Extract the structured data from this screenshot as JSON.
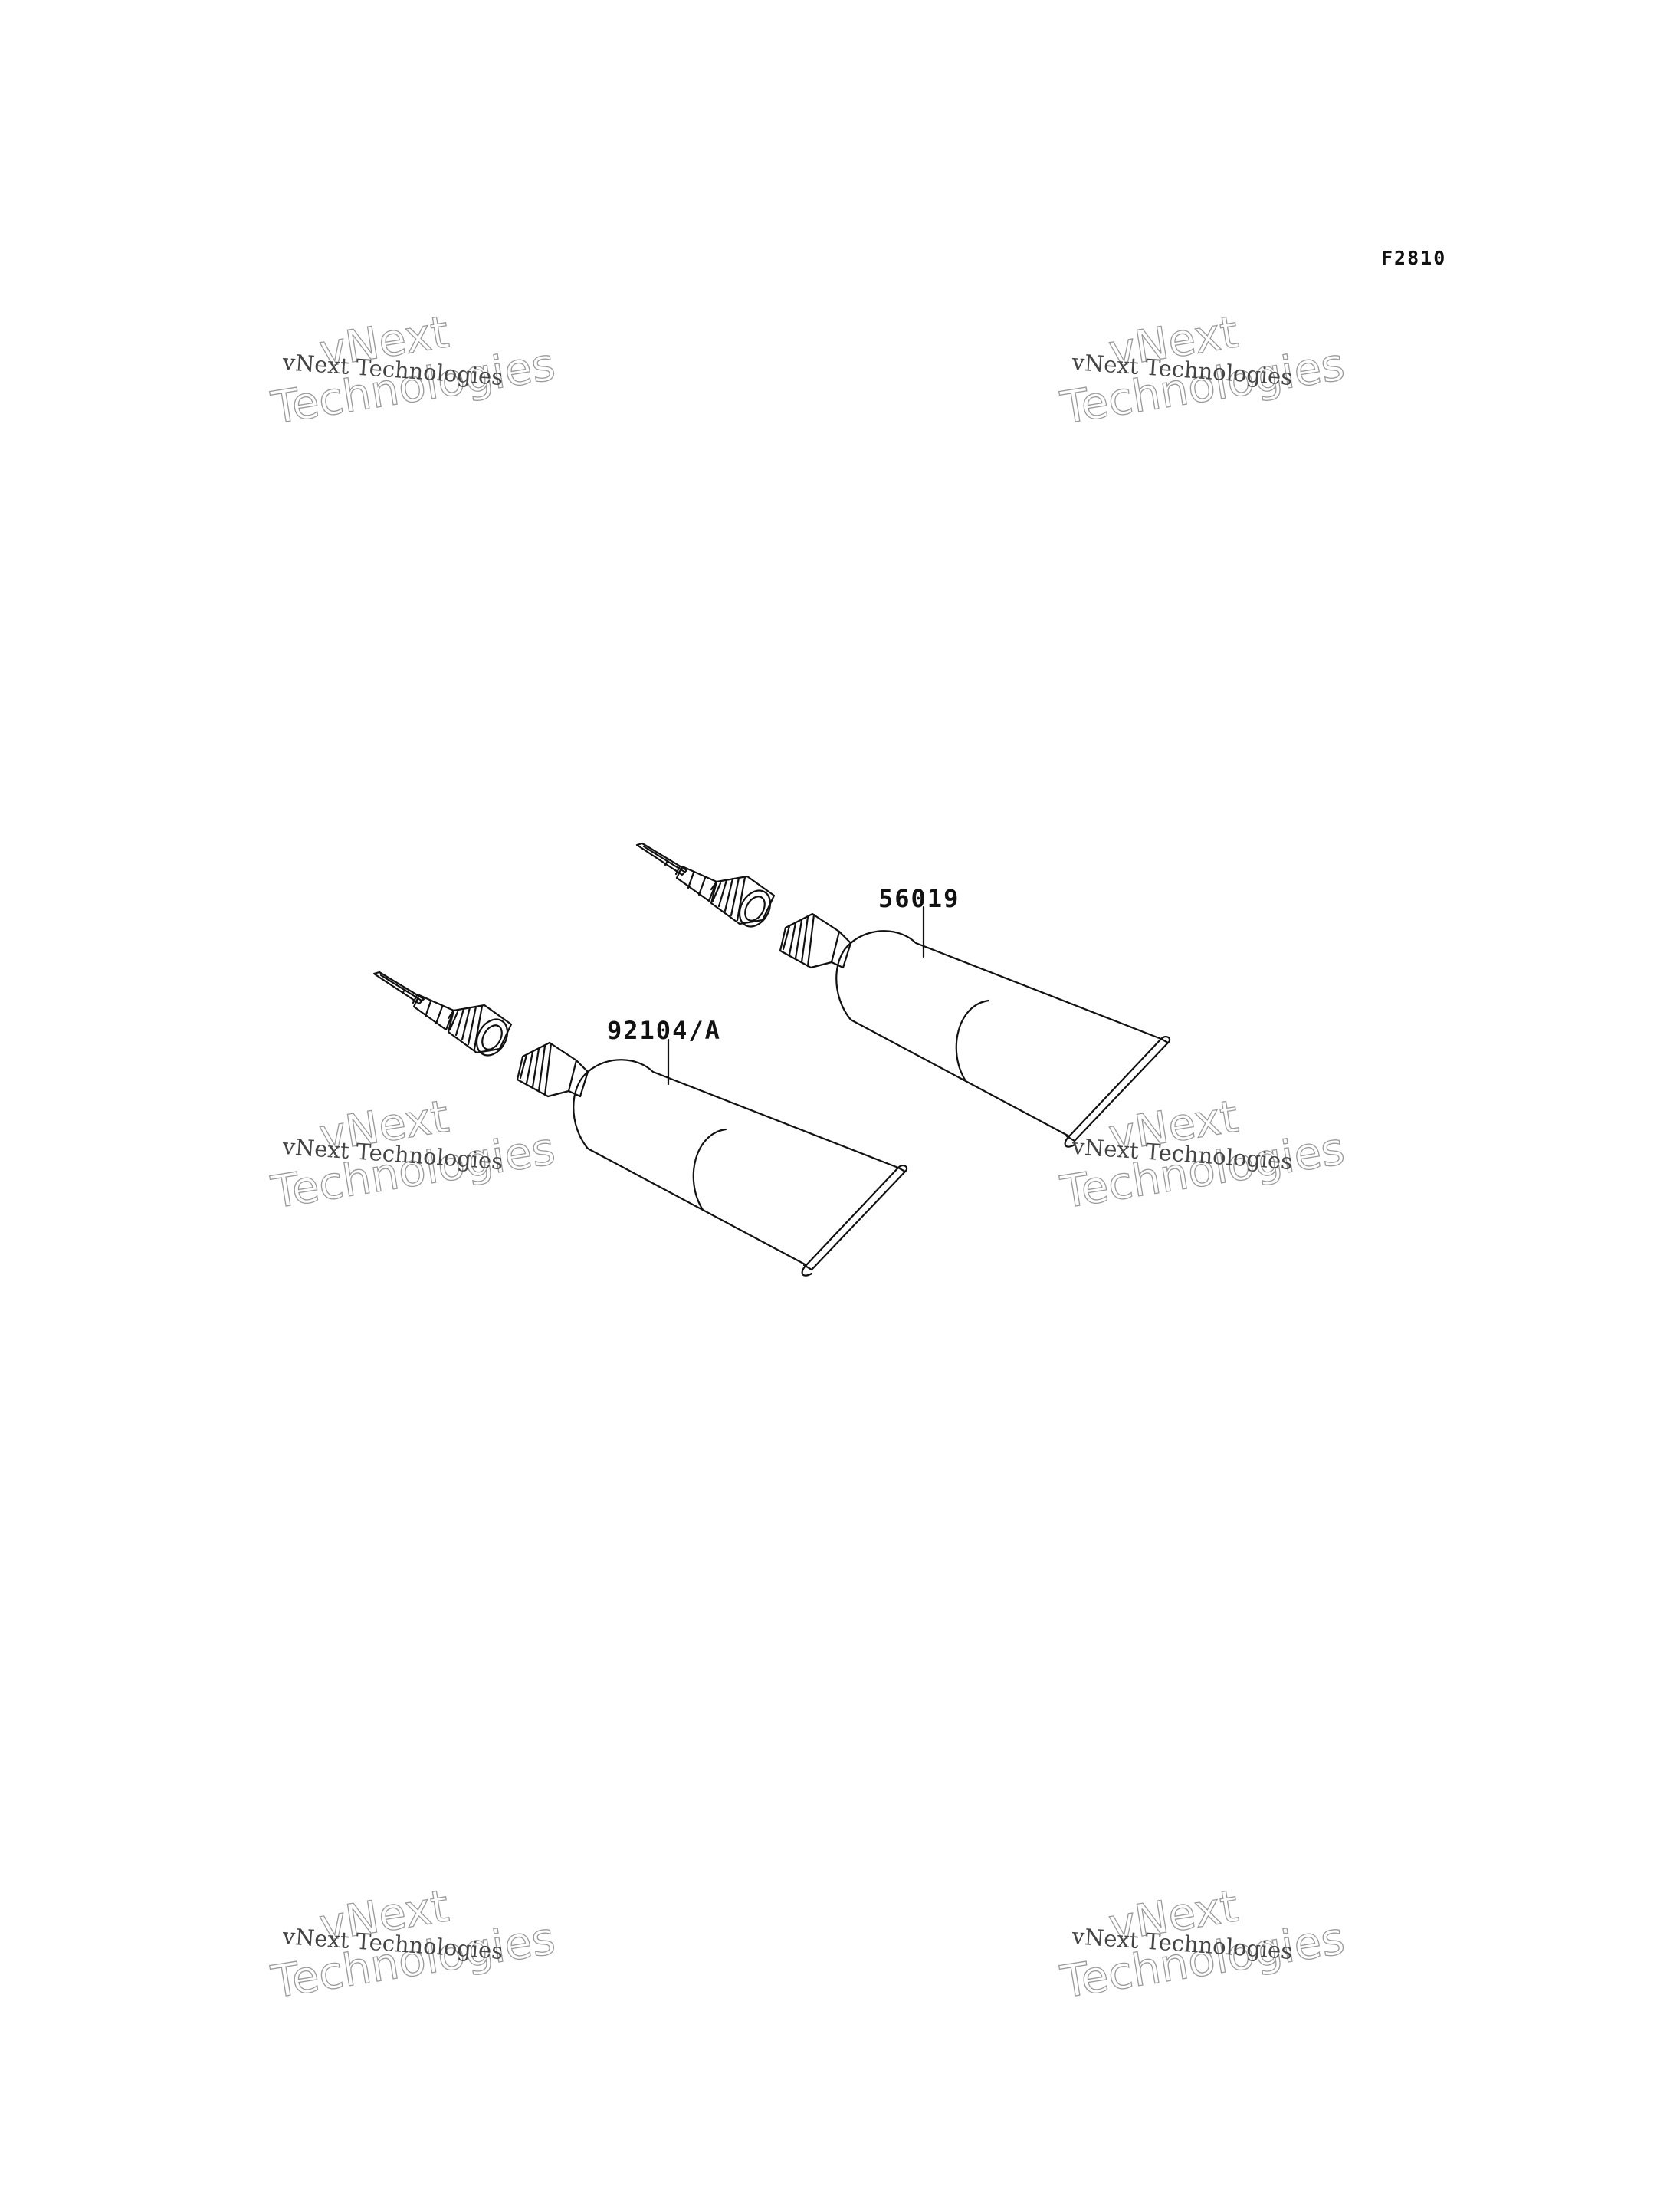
{
  "figure": {
    "code": "F2810"
  },
  "callouts": {
    "tube_upper": "56019",
    "tube_lower": "92104/A"
  },
  "watermark": {
    "line_small": "vNext Technologies",
    "line_big_1": "vNext",
    "line_big_2": "Technologies"
  },
  "colors": {
    "ink": "#111111",
    "background": "#ffffff",
    "watermark_outline": "#9a9a9a"
  }
}
